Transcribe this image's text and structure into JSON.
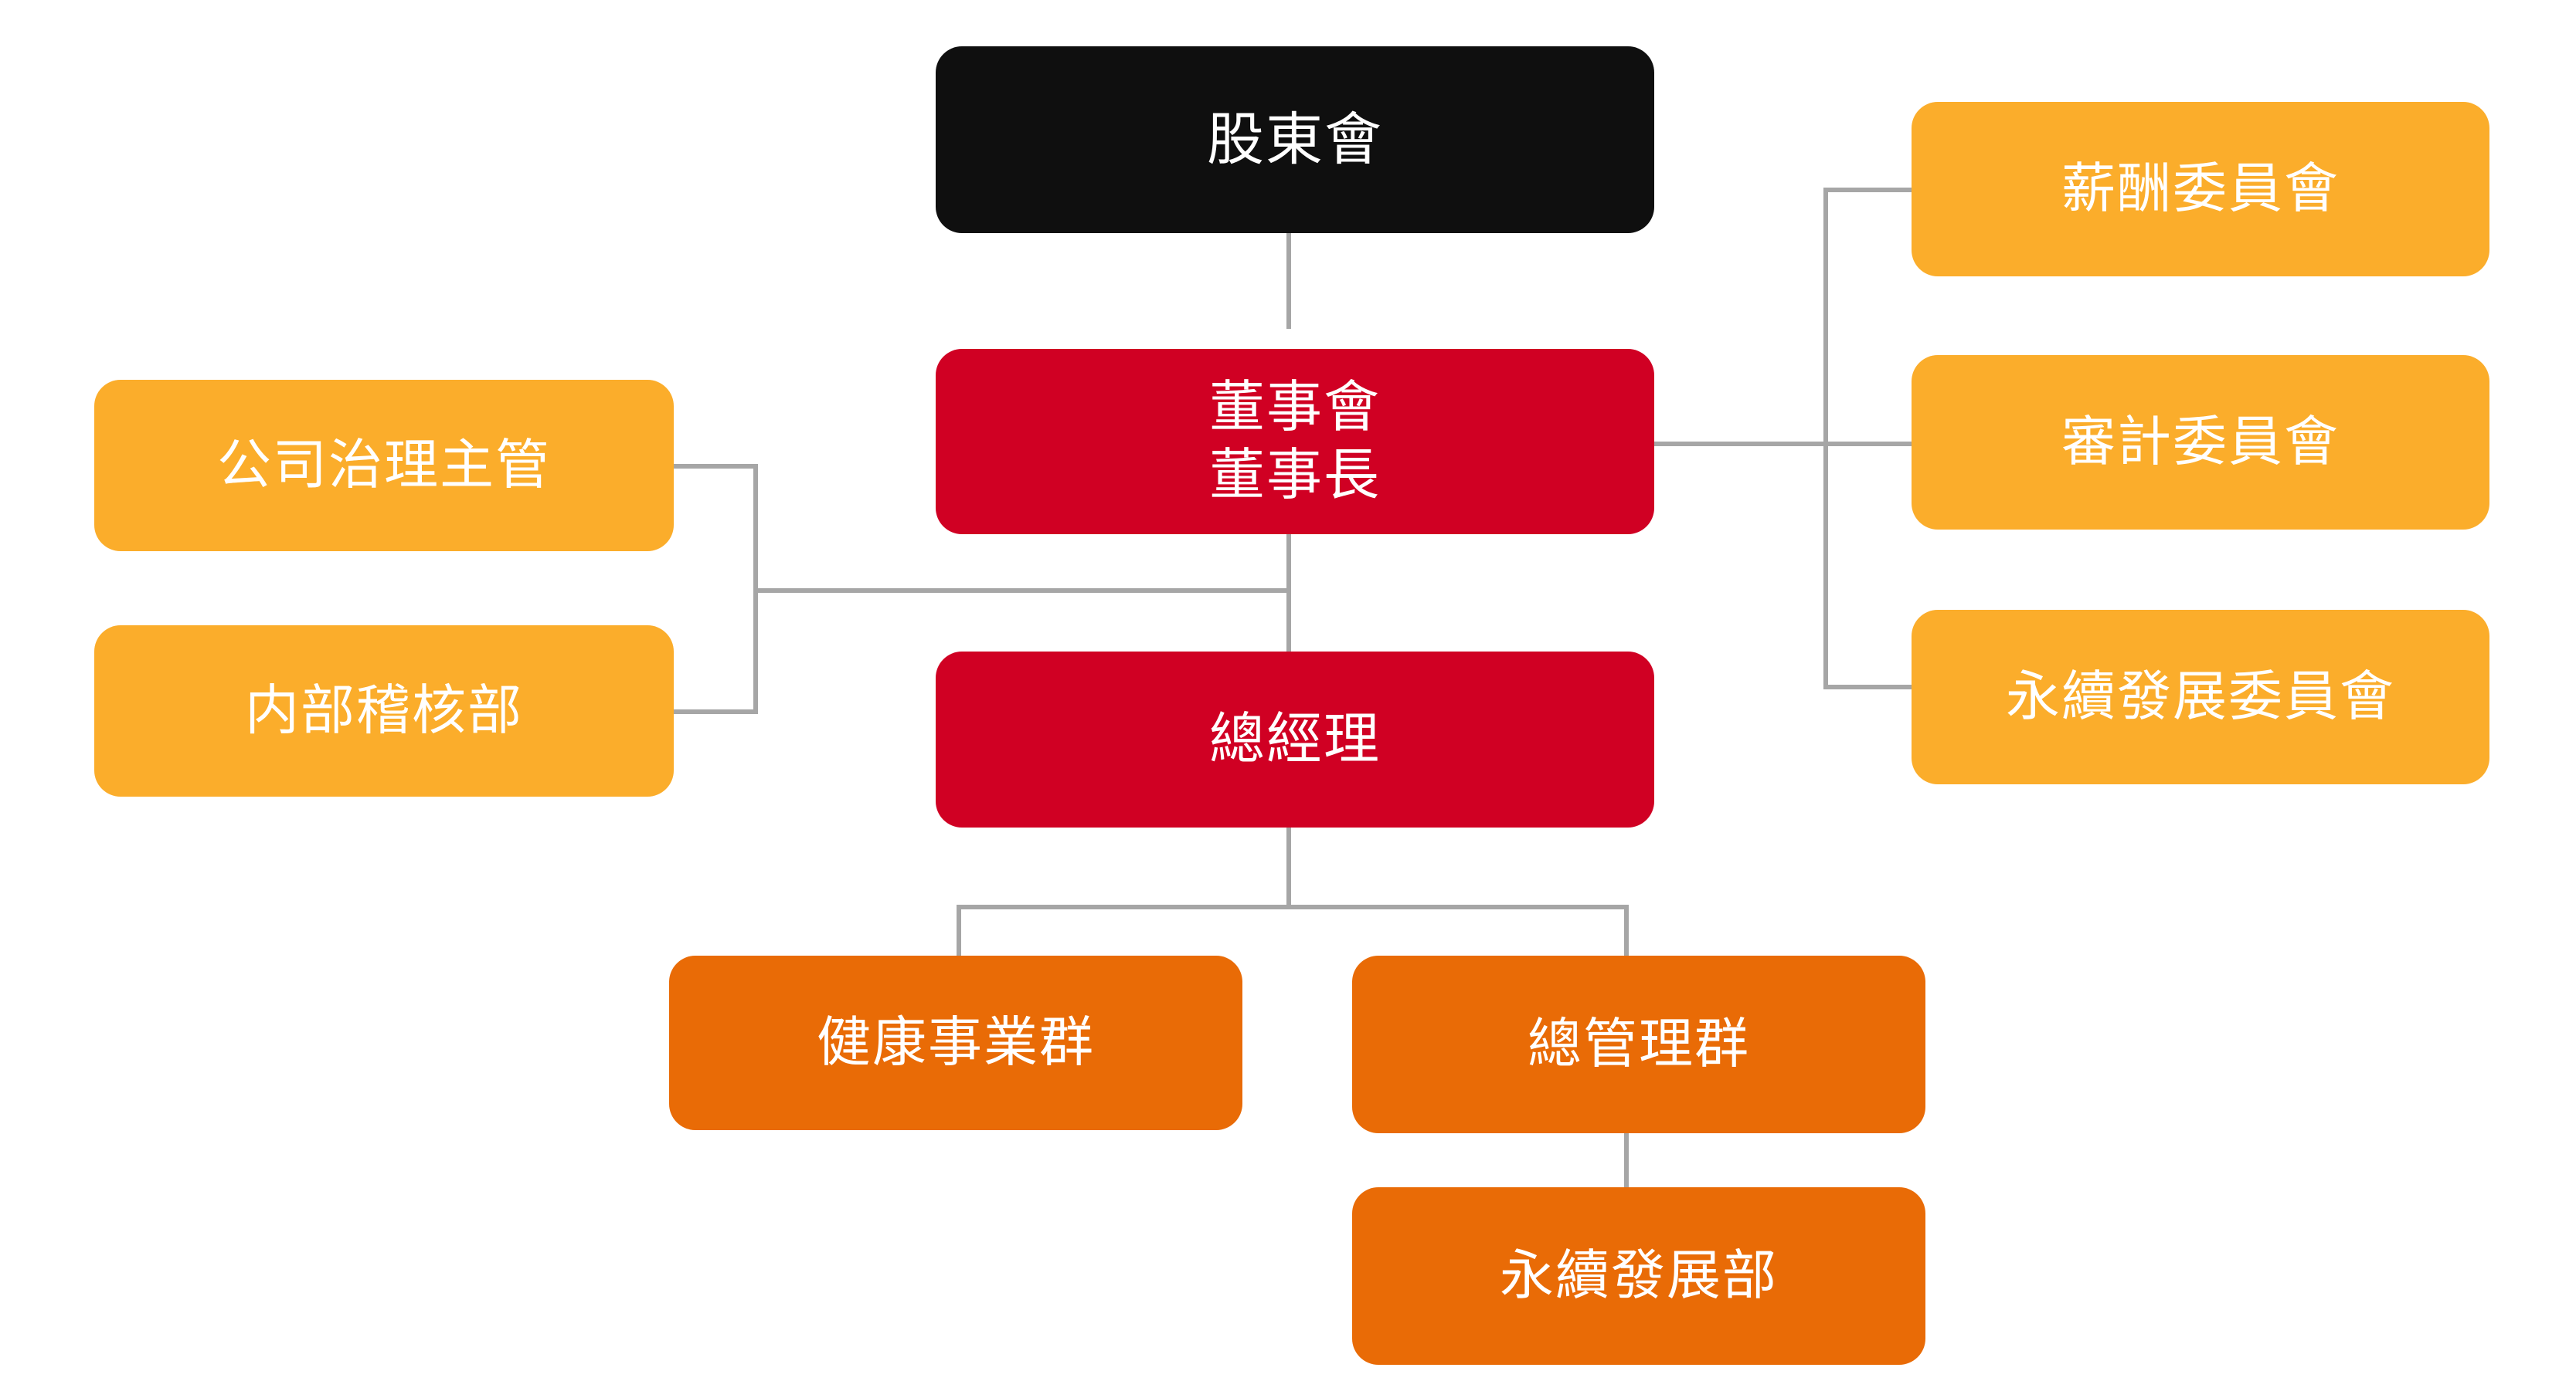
{
  "chart": {
    "type": "org-chart",
    "title": "Corporate Governance Organization Chart",
    "background": "#ffffff",
    "connector_color": "#a6a6a6",
    "palette": {
      "black": "#0f0f0f",
      "red": "#d00023",
      "orange": "#fbad2b",
      "dark_orange": "#e96b06",
      "text": "#ffffff"
    },
    "nodes": {
      "shareholders_meeting": {
        "label": "股東會",
        "color": "#0f0f0f",
        "level": 0
      },
      "board_of_directors": {
        "label": "董事會\n董事長",
        "line1": "董事會",
        "line2": "董事長",
        "color": "#d00023",
        "level": 1
      },
      "general_manager": {
        "label": "總經理",
        "color": "#d00023",
        "level": 2
      },
      "compensation_committee": {
        "label": "薪酬委員會",
        "color": "#fbad2b",
        "parent": "board_of_directors"
      },
      "audit_committee": {
        "label": "審計委員會",
        "color": "#fbad2b",
        "parent": "board_of_directors"
      },
      "sustainability_committee": {
        "label": "永續發展委員會",
        "color": "#fbad2b",
        "parent": "board_of_directors"
      },
      "corporate_governance_officer": {
        "label": "公司治理主管",
        "color": "#fbad2b",
        "parent": "board_of_directors"
      },
      "internal_audit_department": {
        "label": "内部稽核部",
        "color": "#fbad2b",
        "parent": "board_of_directors"
      },
      "health_business_group": {
        "label": "健康事業群",
        "color": "#e96b06",
        "parent": "general_manager"
      },
      "general_administration_group": {
        "label": "總管理群",
        "color": "#e96b06",
        "parent": "general_manager"
      },
      "sustainability_department": {
        "label": "永續發展部",
        "color": "#e96b06",
        "parent": "general_administration_group"
      }
    }
  }
}
